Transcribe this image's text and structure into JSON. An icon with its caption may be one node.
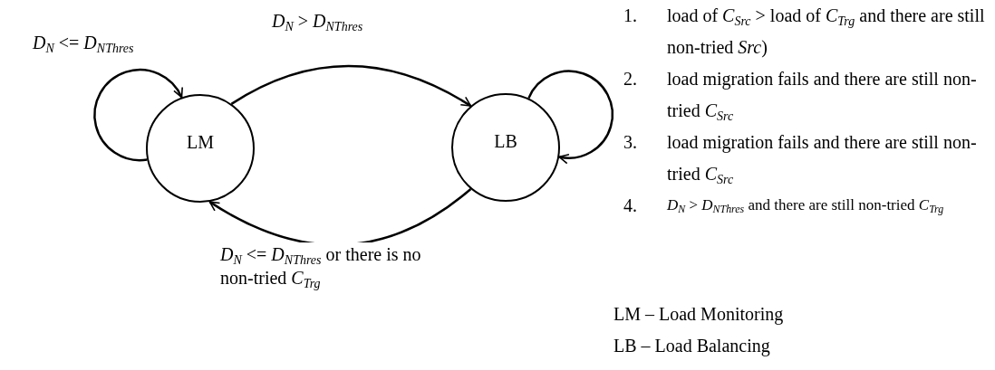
{
  "diagram": {
    "nodes": [
      {
        "text": [
          "LM"
        ]
      },
      {
        "text": [
          "LB"
        ]
      }
    ],
    "edges": [
      {
        "from": 0,
        "to": 0,
        "arrow": "to",
        "label": "*D*$_{N}$ <= *D*$_{NThres}$"
      },
      {
        "from": 0,
        "to": 1,
        "arrow": "to",
        "label": "*D*$_{N}$ > *D*$_{NThres}$"
      },
      {
        "from": 1,
        "to": 1,
        "arrow": "to"
      },
      {
        "from": 1,
        "to": 0,
        "arrow": "to",
        "label": "*D*$_{N}$ <= *D*$_{NThres}$ or there is no non-tried *C*$_{Trg}$"
      }
    ],
    "labels": [
      "1.",
      "load of *C*$_{Src}$ > load of *C*$_{Trg}$ and there are still non-tried *Src*)",
      "2.",
      "load migration fails and there are still non-tried *C*$_{Src}$",
      "3.",
      "load migration fails and there are still non-tried *C*$_{Src}$",
      "4.",
      "*D*$_{N}$ > *D*$_{NThres}$ and there are still non-tried *C*$_{Trg}$",
      "LM – Load Monitoring",
      "LB – Load Balancing"
    ]
  }
}
